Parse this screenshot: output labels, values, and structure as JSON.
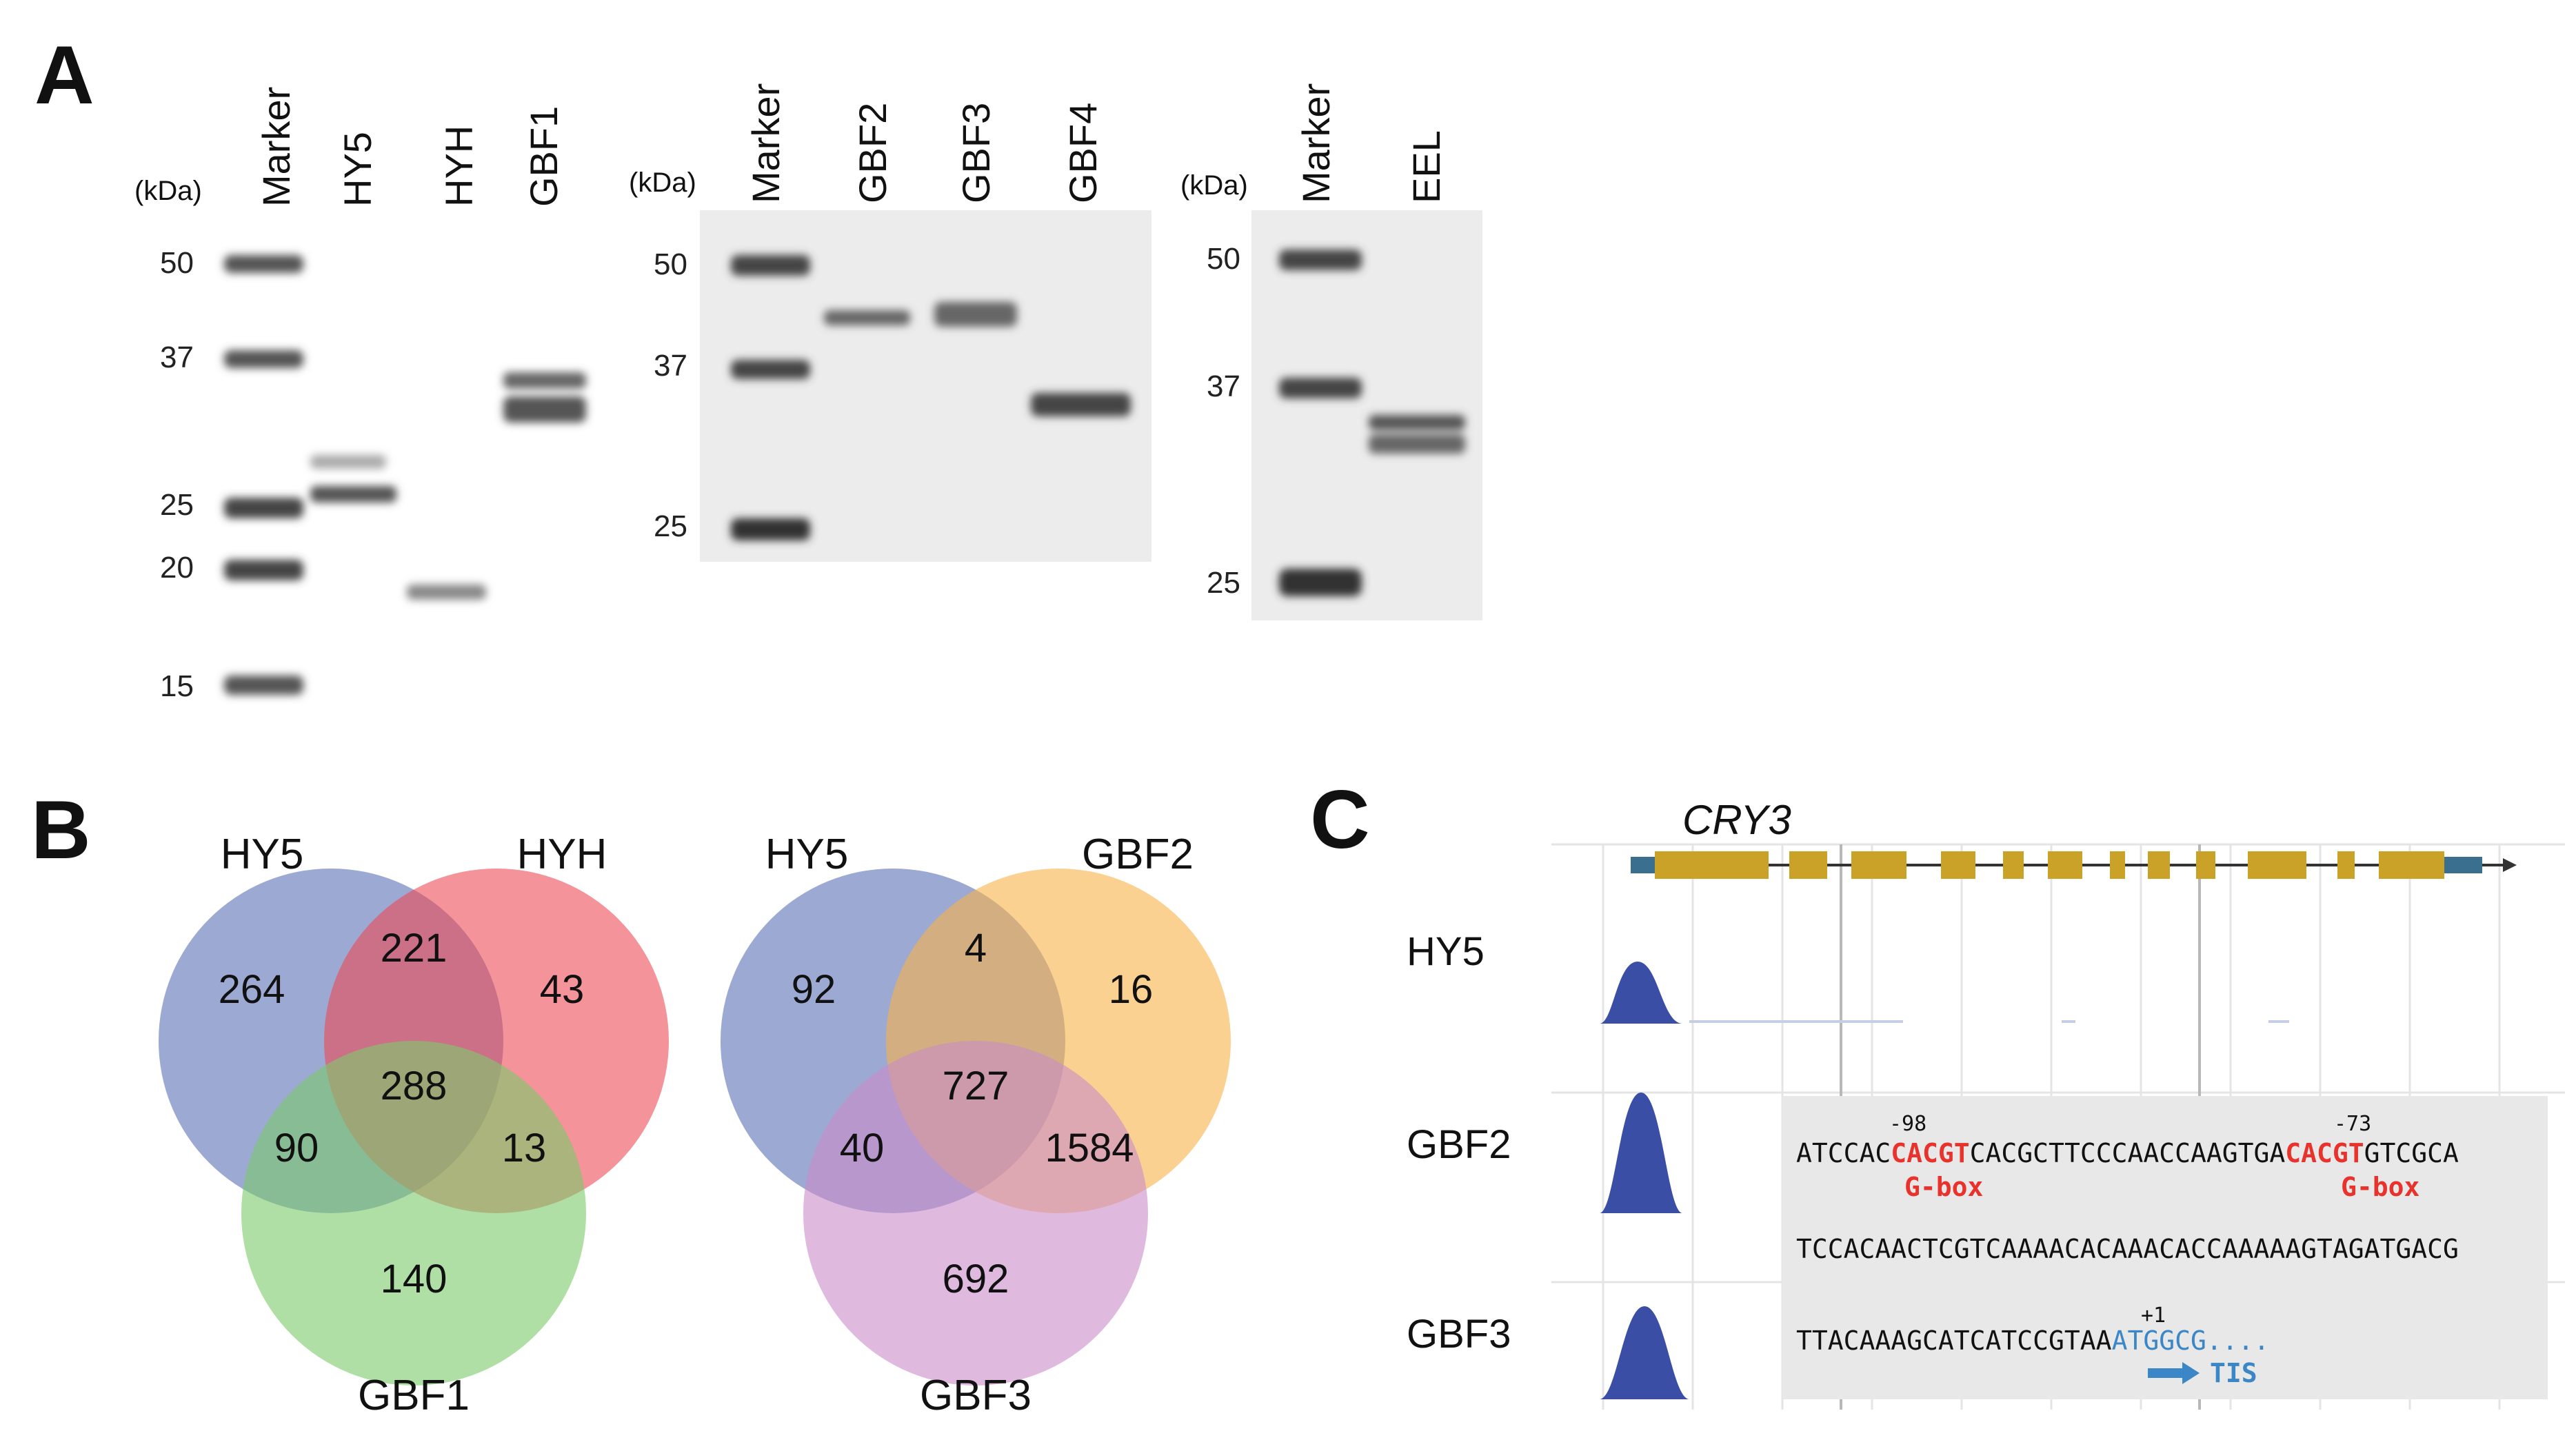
{
  "panels": {
    "a": "A",
    "b": "B",
    "c": "C"
  },
  "gels": [
    {
      "kda": "(kDa)",
      "lanes": [
        "Marker",
        "HY5",
        "HYH",
        "GBF1"
      ],
      "markers": [
        "50",
        "37",
        "25",
        "20",
        "15"
      ]
    },
    {
      "kda": "(kDa)",
      "lanes": [
        "Marker",
        "GBF2",
        "GBF3",
        "GBF4"
      ],
      "markers": [
        "50",
        "37",
        "25"
      ]
    },
    {
      "kda": "(kDa)",
      "lanes": [
        "Marker",
        "EEL"
      ],
      "markers": [
        "50",
        "37",
        "25"
      ]
    }
  ],
  "venns": [
    {
      "sets": [
        "HY5",
        "HYH",
        "GBF1"
      ],
      "colors": [
        "#5a6fb5",
        "#ec4b55",
        "#7cc96a"
      ],
      "values": {
        "a_only": "264",
        "b_only": "43",
        "c_only": "140",
        "ab": "221",
        "ac": "90",
        "bc": "13",
        "abc": "288"
      }
    },
    {
      "sets": [
        "HY5",
        "GBF2",
        "GBF3"
      ],
      "colors": [
        "#5a6fb5",
        "#f8b24a",
        "#c98cc8"
      ],
      "values": {
        "a_only": "92",
        "b_only": "16",
        "c_only": "692",
        "ab": "4",
        "ac": "40",
        "bc": "1584",
        "abc": "727"
      }
    }
  ],
  "tracks": {
    "gene": "CRY3",
    "labels": [
      "HY5",
      "GBF2",
      "GBF3"
    ],
    "peak_color": "#3a4ea6",
    "exon_color": "#c9a227",
    "utr_color": "#3b6f8f"
  },
  "sequence": {
    "line1": {
      "pre": "ATCCAC",
      "gbox1": "CACGT",
      "mid": "CACGCTTCCCAACCAAGTGA",
      "gbox2": "CACGT",
      "post": "GTCGCA"
    },
    "pos1": "-98",
    "pos2": "-73",
    "gbox_label": "G-box",
    "line2": "TCCACAACTCGTCAAAACACAAACACCAAAAAGTAGATGACG",
    "line3": {
      "pre": "TTACAAAGCATCATCCGTAA",
      "atg": "ATGGCG....",
      "pos": "+1",
      "tis": "TIS"
    },
    "red": "#e8322b",
    "blue": "#3b86c6"
  }
}
